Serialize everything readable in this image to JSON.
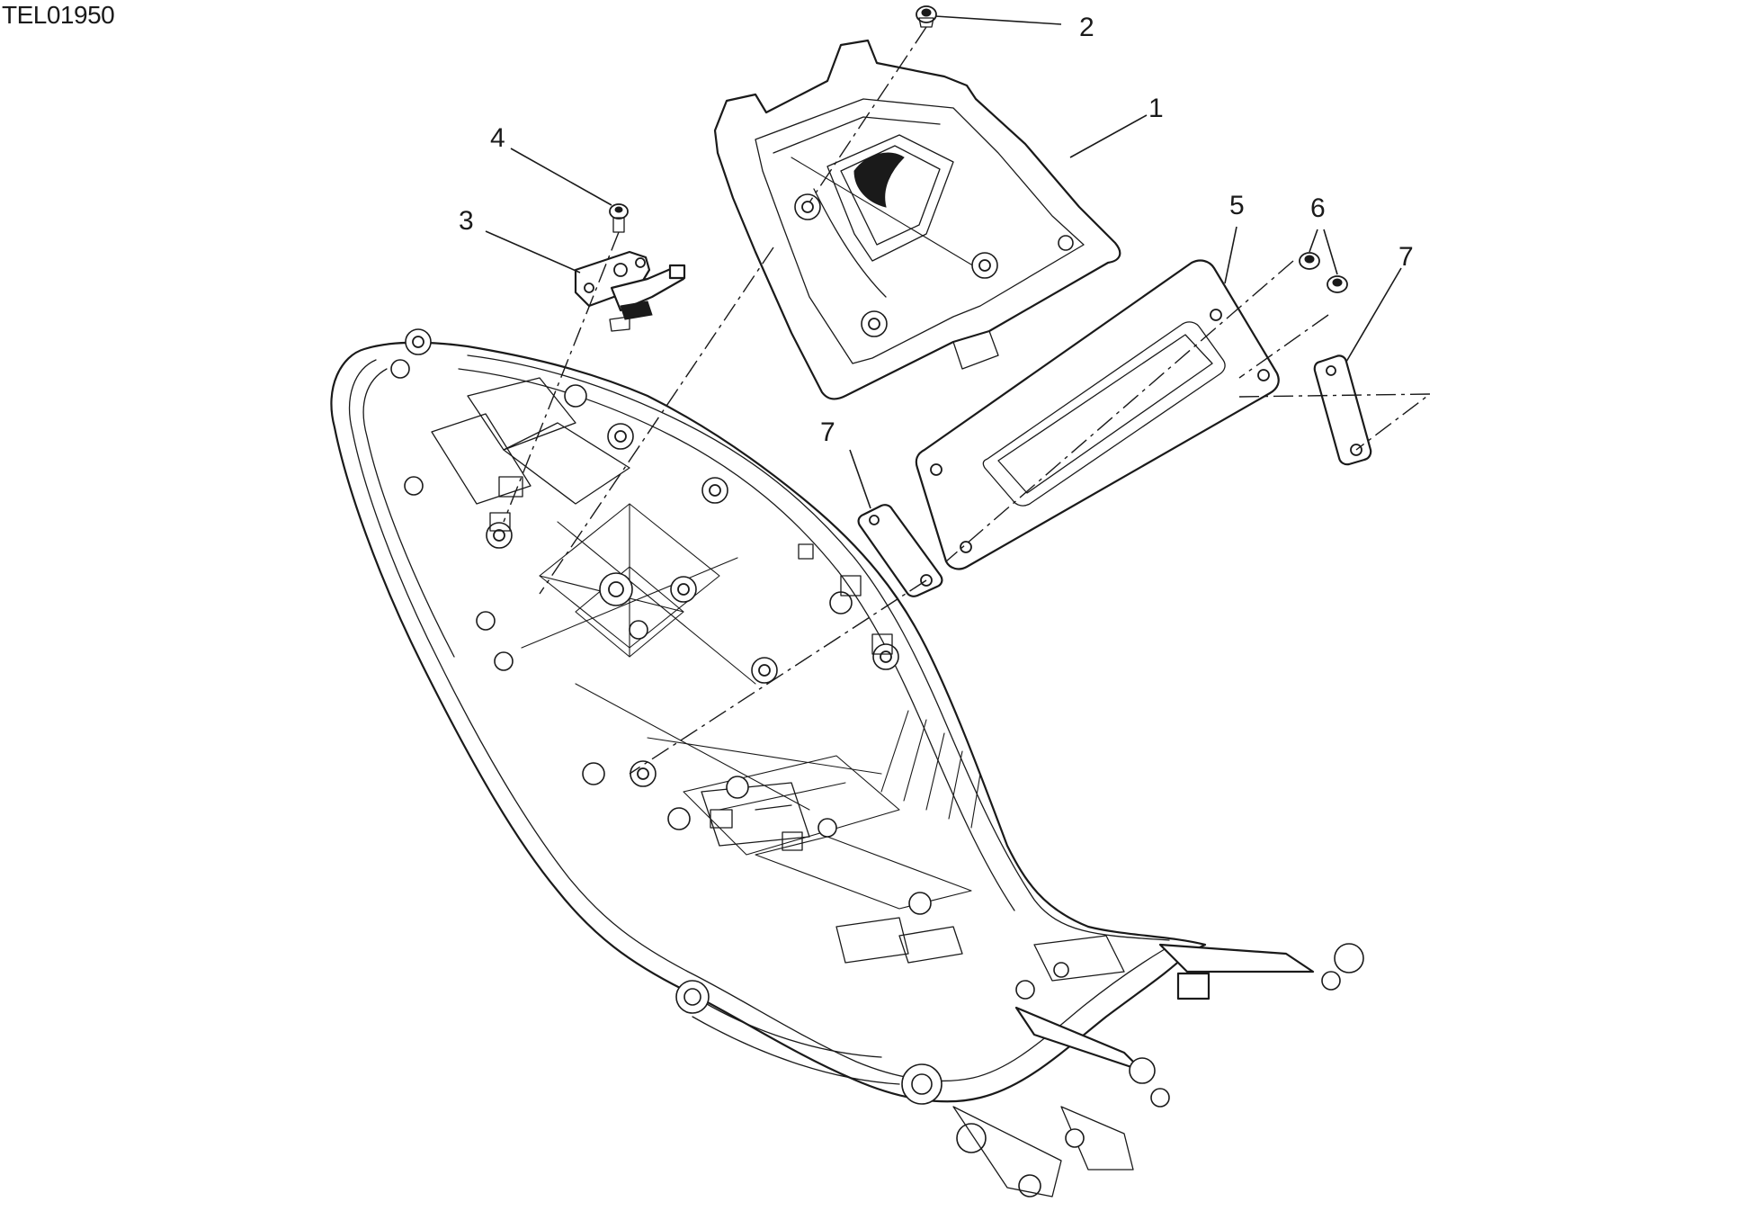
{
  "diagram": {
    "code": "TEL01950",
    "callouts": [
      {
        "id": "c1",
        "label": "1"
      },
      {
        "id": "c2",
        "label": "2"
      },
      {
        "id": "c3",
        "label": "3"
      },
      {
        "id": "c4",
        "label": "4"
      },
      {
        "id": "c5",
        "label": "5"
      },
      {
        "id": "c6",
        "label": "6"
      },
      {
        "id": "c7a",
        "label": "7"
      },
      {
        "id": "c7b",
        "label": "7"
      }
    ]
  }
}
